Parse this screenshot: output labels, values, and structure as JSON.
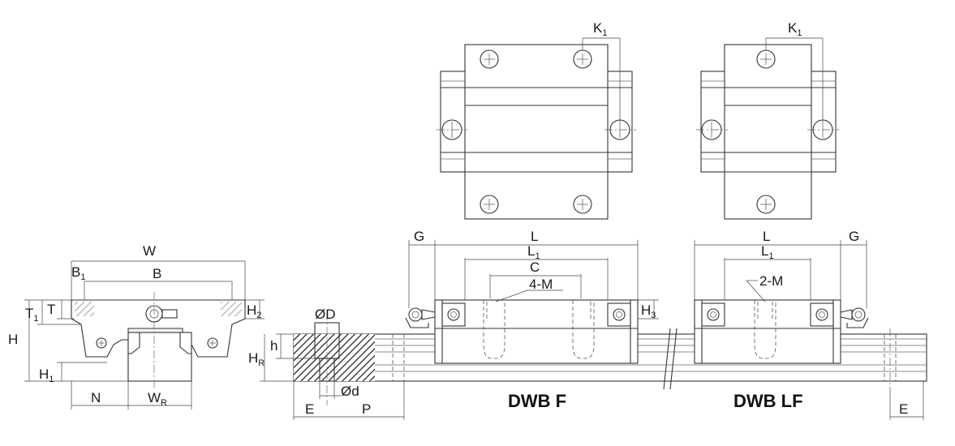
{
  "titles": {
    "dwb_f": "DWB F",
    "dwb_lf": "DWB LF"
  },
  "labels": {
    "W": "W",
    "B1": "B",
    "B1_sub": "1",
    "B": "B",
    "T1": "T",
    "T1_sub": "1",
    "T": "T",
    "H": "H",
    "H2": "H",
    "H2_sub": "2",
    "H1": "H",
    "H1_sub": "1",
    "N": "N",
    "WR": "W",
    "WR_sub": "R",
    "HR": "H",
    "HR_sub": "R",
    "h": "h",
    "D": "ØD",
    "d": "Ød",
    "E_left": "E",
    "P": "P",
    "G_left": "G",
    "L_f": "L",
    "L1_f": "L",
    "L1_f_sub": "1",
    "C": "C",
    "M4": "4-M",
    "H3": "H",
    "H3_sub": "3",
    "L_lf": "L",
    "L1_lf": "L",
    "L1_lf_sub": "1",
    "M2": "2-M",
    "G_right": "G",
    "E_right": "E",
    "K1_f": "K",
    "K1_f_sub": "1",
    "K1_lf": "K",
    "K1_lf_sub": "1"
  },
  "colors": {
    "line": "#333333",
    "hatch": "#1a1a1a",
    "background": "#ffffff"
  }
}
